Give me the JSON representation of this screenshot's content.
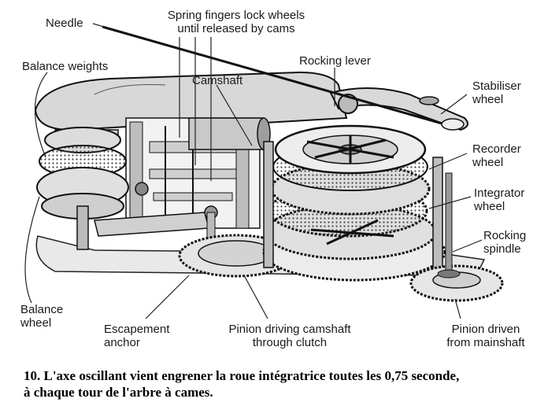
{
  "labels": {
    "needle": "Needle",
    "spring_fingers_line1": "Spring fingers lock wheels",
    "spring_fingers_line2": "until released by cams",
    "rocking_lever": "Rocking lever",
    "balance_weights": "Balance weights",
    "camshaft": "Camshaft",
    "stabiliser_line1": "Stabiliser",
    "stabiliser_line2": "wheel",
    "recorder_line1": "Recorder",
    "recorder_line2": "wheel",
    "integrator_line1": "Integrator",
    "integrator_line2": "wheel",
    "rocking_spindle_line1": "Rocking",
    "rocking_spindle_line2": "spindle",
    "balance_wheel_line1": "Balance",
    "balance_wheel_line2": "wheel",
    "escapement_line1": "Escapement",
    "escapement_line2": "anchor",
    "pinion_camshaft_line1": "Pinion driving camshaft",
    "pinion_camshaft_line2": "through clutch",
    "pinion_mainshaft_line1": "Pinion driven",
    "pinion_mainshaft_line2": "from mainshaft"
  },
  "caption": {
    "line1": "10. L'axe oscillant vient engrener la roue intégratrice toutes les 0,75 seconde,",
    "line2": "à chaque tour de l'arbre à cames."
  }
}
